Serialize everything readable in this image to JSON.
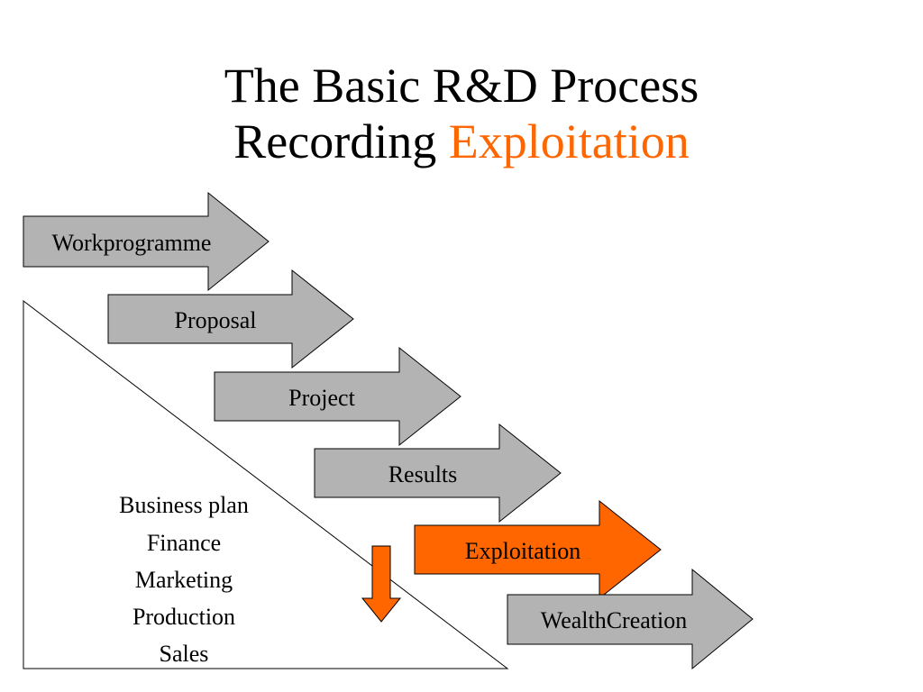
{
  "title": {
    "line1": "The Basic R&D Process",
    "line2_prefix": "Recording",
    "line2_accent": "Exploitation",
    "accent_color": "#ff6600"
  },
  "stages": [
    {
      "label": "Workprogramme",
      "color": "#b3b3b3"
    },
    {
      "label": "Proposal",
      "color": "#b3b3b3"
    },
    {
      "label": "Project",
      "color": "#b3b3b3"
    },
    {
      "label": "Results",
      "color": "#b3b3b3"
    },
    {
      "label": "Exploitation",
      "color": "#ff6600"
    },
    {
      "label": "WealthCreation",
      "color": "#b3b3b3"
    }
  ],
  "supporting_items": [
    "Business plan",
    "Finance",
    "Marketing",
    "Production",
    "Sales"
  ],
  "down_arrow_color": "#ff6600"
}
